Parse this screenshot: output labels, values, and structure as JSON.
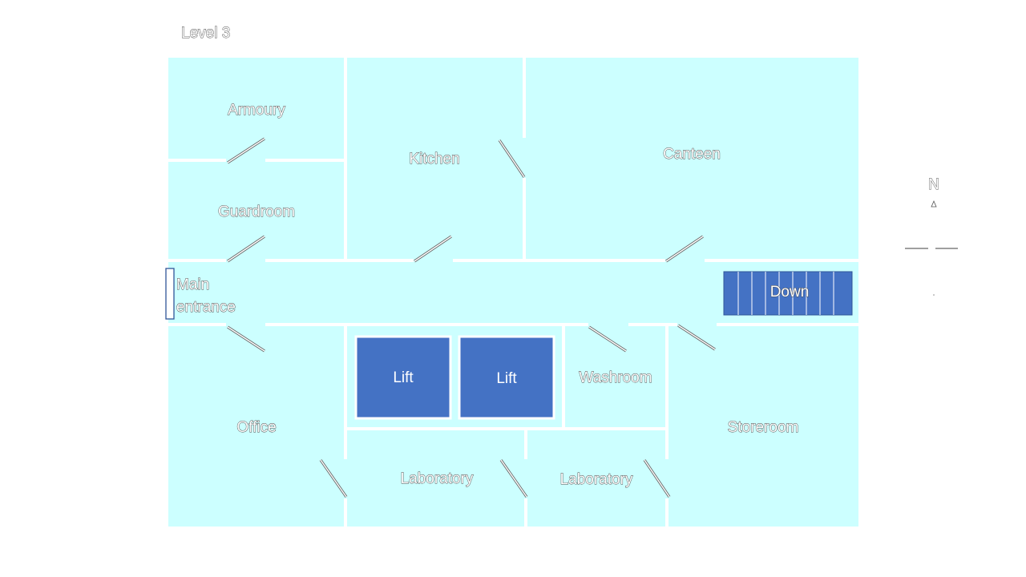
{
  "level_title": "Level 3",
  "colors": {
    "floor": "#ccffff",
    "wall": "#ffffff",
    "lift": "#4472c4",
    "stairs": "#4472c4",
    "door_outline": "#555555"
  },
  "rooms": {
    "armoury": "Armoury",
    "kitchen": "Kitchen",
    "canteen": "Canteen",
    "guardroom": "Guardroom",
    "main_entrance_line1": "Main",
    "main_entrance_line2": "entrance",
    "office": "Office",
    "washroom": "Washroom",
    "storeroom": "Storeroom",
    "laboratory_1": "Laboratory",
    "laboratory_2": "Laboratory"
  },
  "lifts": [
    "Lift",
    "Lift"
  ],
  "stairs_label": "Down",
  "compass": {
    "north_label": "N",
    "arrow_icon": "north-arrow-icon"
  }
}
